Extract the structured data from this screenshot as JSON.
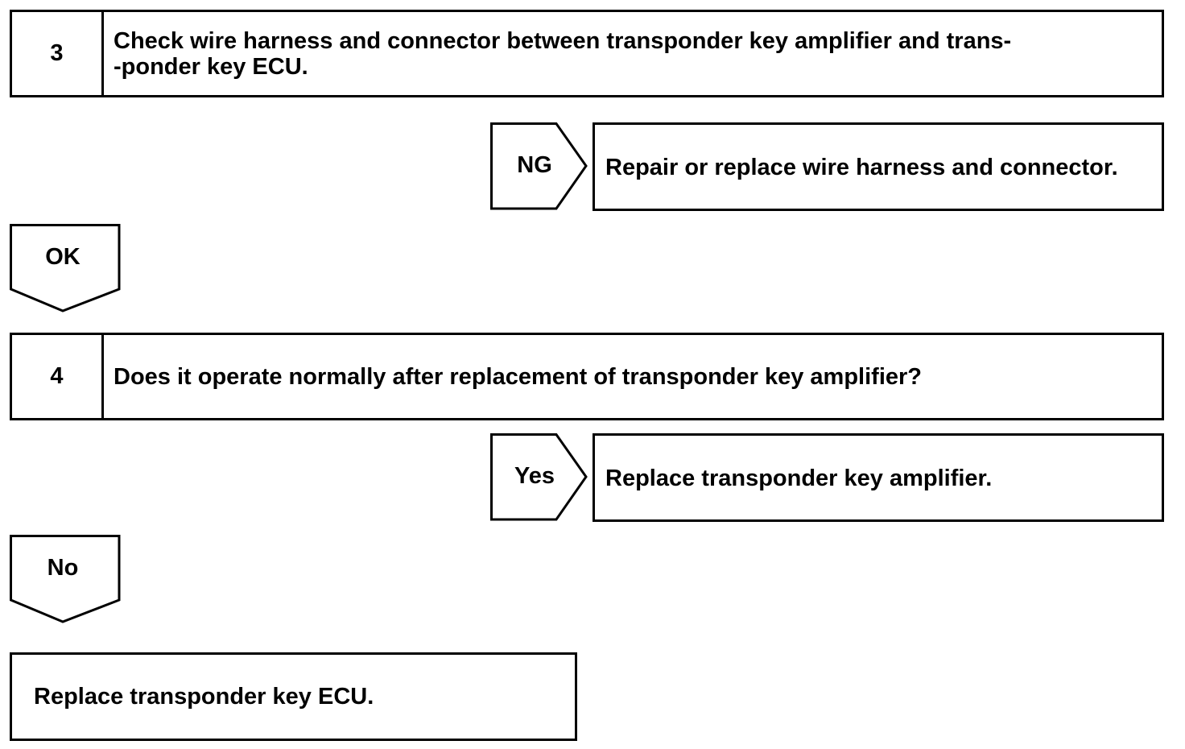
{
  "steps": [
    {
      "number": "3",
      "text": "Check wire harness and connector between transponder key amplifier and trans-\n-ponder key ECU."
    },
    {
      "number": "4",
      "text": "Does it operate normally after replacement of transponder key amplifier?"
    }
  ],
  "branches": [
    {
      "label": "NG",
      "result": "Repair or replace wire harness and connector."
    },
    {
      "label": "Yes",
      "result": "Replace transponder key amplifier."
    }
  ],
  "down_arrows": [
    {
      "label": "OK"
    },
    {
      "label": "No"
    }
  ],
  "final": {
    "text": "Replace transponder key ECU."
  }
}
